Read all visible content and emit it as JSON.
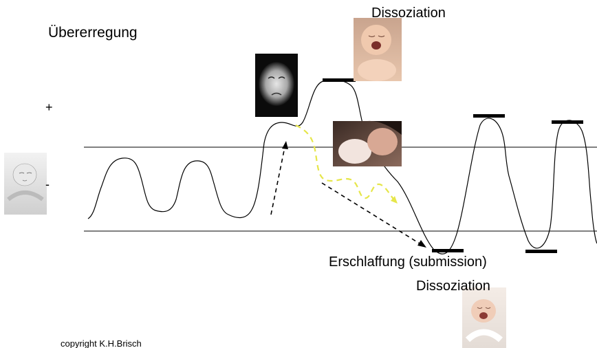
{
  "labels": {
    "overexcitation": "Übererregung",
    "dissociation_top": "Dissoziation",
    "plus": "+",
    "minus": "-",
    "submission": "Erschlaffung (submission)",
    "dissociation_bottom": "Dissoziation",
    "copyright": "copyright K.H.Brisch"
  },
  "colors": {
    "line": "#000000",
    "yellow_dash": "#e6e64a",
    "background": "#ffffff"
  },
  "photos": [
    {
      "name": "sleeping-baby-photo",
      "icon": "sleeping-infant"
    },
    {
      "name": "worried-baby-photo",
      "icon": "worried-infant"
    },
    {
      "name": "crying-baby-photo-top",
      "icon": "crying-infant"
    },
    {
      "name": "mother-baby-photo",
      "icon": "mother-and-infant"
    },
    {
      "name": "crying-baby-photo-bottom",
      "icon": "crying-infant"
    }
  ]
}
